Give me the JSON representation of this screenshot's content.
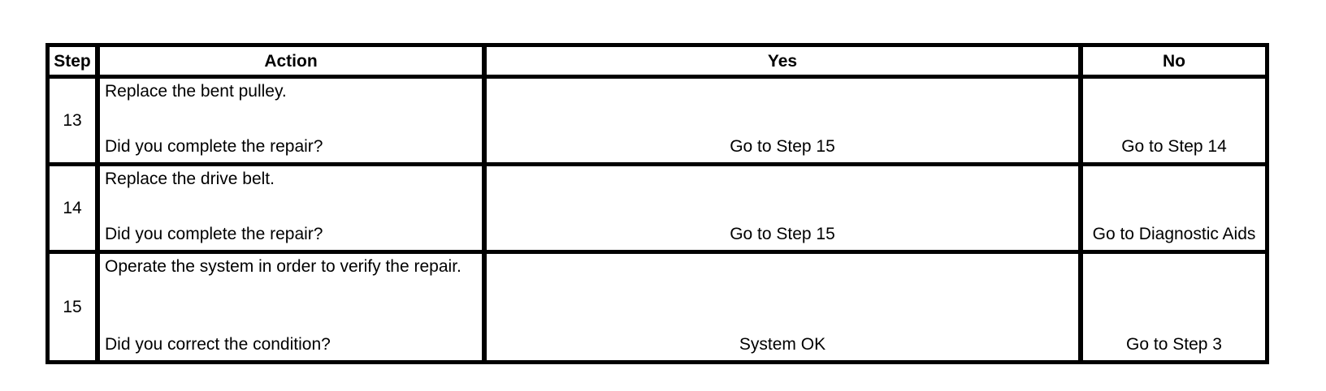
{
  "table": {
    "headers": {
      "step": "Step",
      "action": "Action",
      "yes": "Yes",
      "no": "No"
    },
    "rows": [
      {
        "step": "13",
        "action": "Replace the bent pulley.",
        "question": "Did you complete the repair?",
        "yes": "Go to Step 15",
        "no": "Go to Step 14"
      },
      {
        "step": "14",
        "action": "Replace the drive belt.",
        "question": "Did you complete the repair?",
        "yes": "Go to Step 15",
        "no": "Go to Diagnostic Aids"
      },
      {
        "step": "15",
        "action": "Operate the system in order to verify the repair.",
        "question": "Did you correct the condition?",
        "yes": "System OK",
        "no": "Go to Step 3"
      }
    ],
    "colors": {
      "border": "#000000",
      "text": "#000000",
      "background": "#ffffff"
    }
  }
}
